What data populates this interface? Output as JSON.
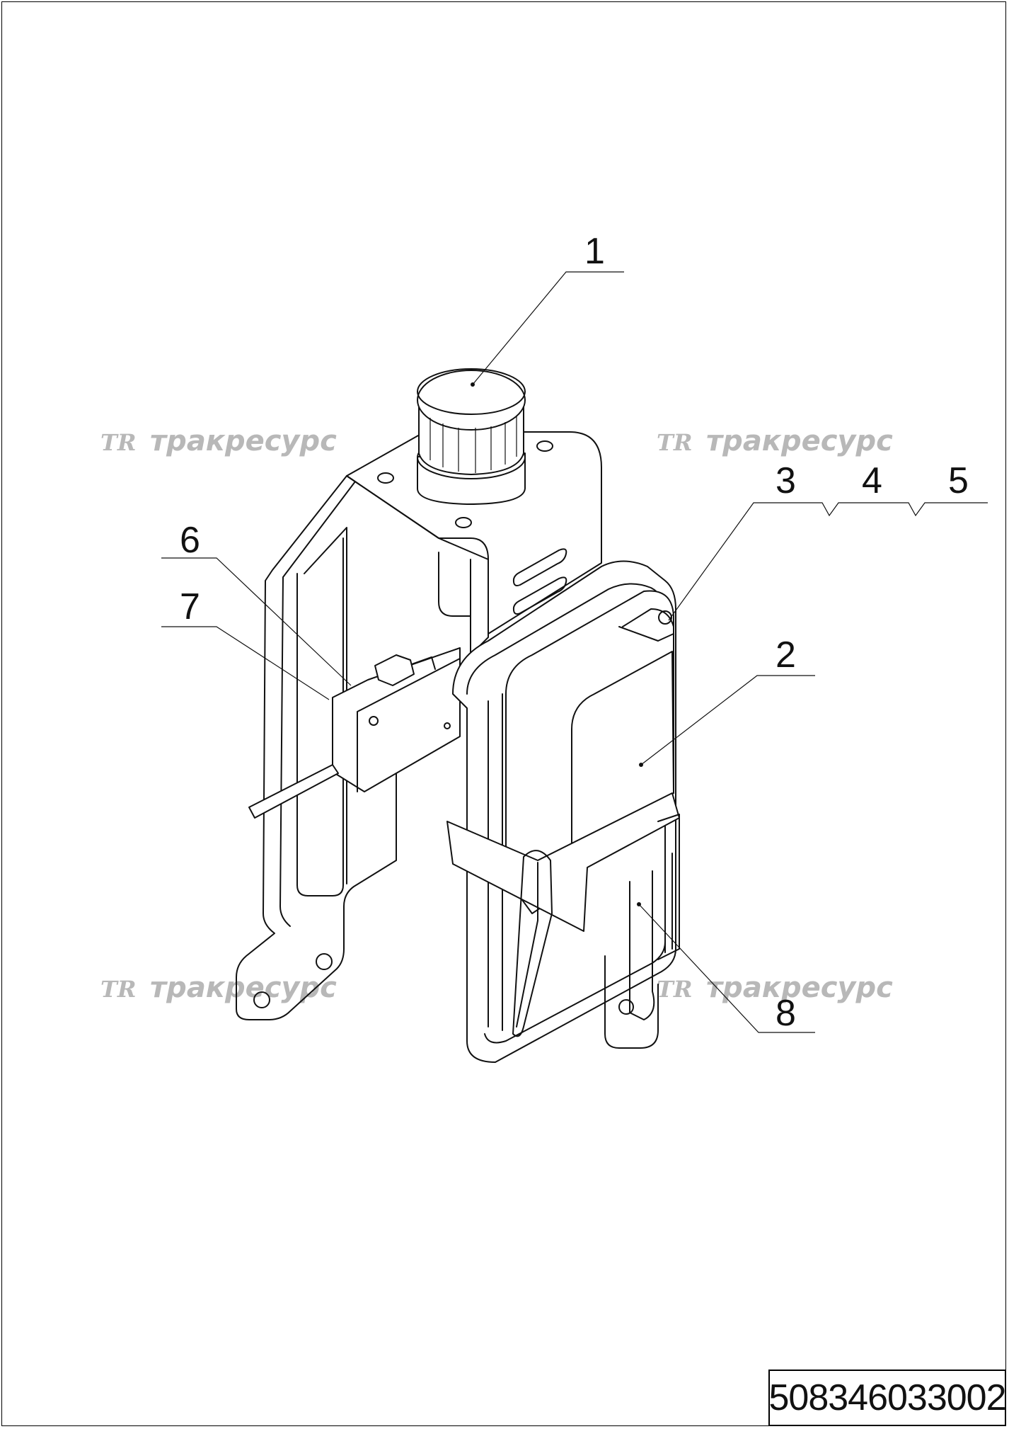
{
  "drawing": {
    "part_number": "508346033002",
    "watermark_text": "тракресурс",
    "watermark_logo": "TR",
    "callouts": [
      "1",
      "2",
      "3",
      "4",
      "5",
      "6",
      "7",
      "8"
    ]
  }
}
